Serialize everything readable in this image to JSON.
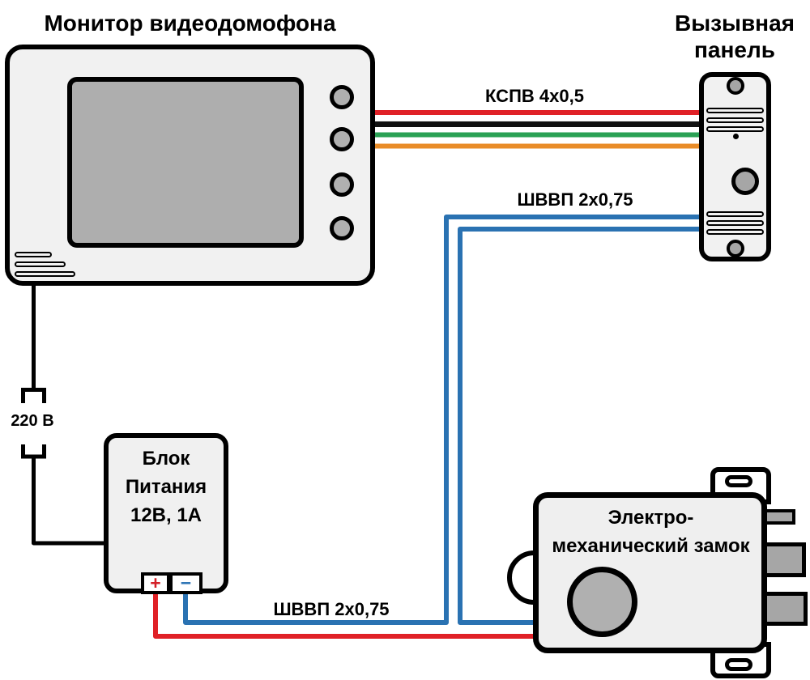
{
  "monitor": {
    "title": "Монитор видеодомофона"
  },
  "call_panel": {
    "title_line1": "Вызывная",
    "title_line2": "панель"
  },
  "power_supply": {
    "line1": "Блок",
    "line2": "Питания",
    "line3": "12В, 1А",
    "plus": "+",
    "minus": "−",
    "plus_color": "#d42027",
    "minus_color": "#2e74b5"
  },
  "lock": {
    "line1": "Электро-",
    "line2": "механический замок"
  },
  "mains": {
    "label": "220 В",
    "wire_color": "#000000"
  },
  "cables": {
    "kspv": {
      "label": "КСПВ 4x0,5",
      "colors": [
        "#e02127",
        "#111111",
        "#2aa154",
        "#e98c28"
      ]
    },
    "shvvp_panel": {
      "label": "ШВВП 2x0,75",
      "color": "#2a72b2"
    },
    "shvvp_lock": {
      "label": "ШВВП 2x0,75",
      "red": "#e02127",
      "blue": "#2a72b2"
    }
  }
}
